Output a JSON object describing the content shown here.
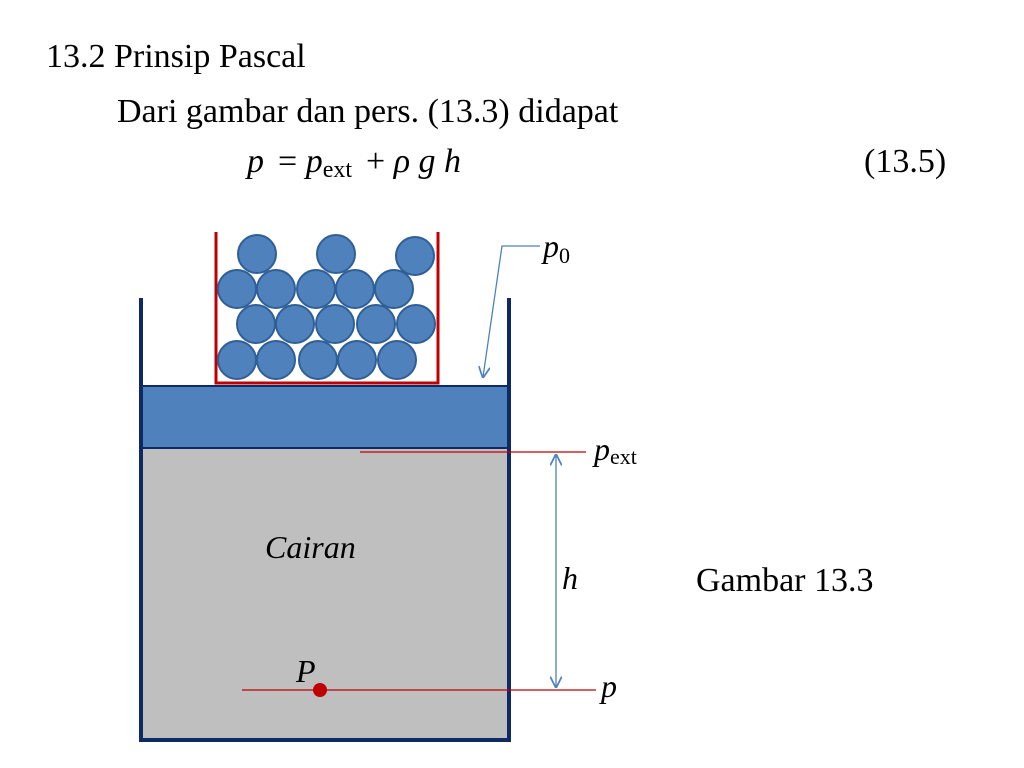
{
  "slide": {
    "title": "13.2 Prinsip Pascal",
    "intro": "Dari gambar dan pers. (13.3) didapat",
    "equation": {
      "lhs": "p",
      "eq": "=",
      "term1": "p",
      "term1_sub": "ext",
      "plus": "+",
      "rho": "ρ",
      "g": "g",
      "h": "h"
    },
    "equation_number": "(13.5)",
    "figure_caption": "Gambar 13.3"
  },
  "figure": {
    "labels": {
      "p0": "p",
      "p0_sub": "0",
      "pext": "p",
      "pext_sub": "ext",
      "h": "h",
      "p": "p",
      "point": "P",
      "fluid": "Cairan"
    },
    "colors": {
      "container": "#0d2a66",
      "fluid": "#bfbfbf",
      "piston": "#4f81bd",
      "weights_box": "#c00000",
      "ball_fill": "#4f81bd",
      "ball_stroke": "#2f5f96",
      "level_line": "#c00000",
      "arrow": "#4f81bd",
      "point": "#c00000"
    }
  }
}
